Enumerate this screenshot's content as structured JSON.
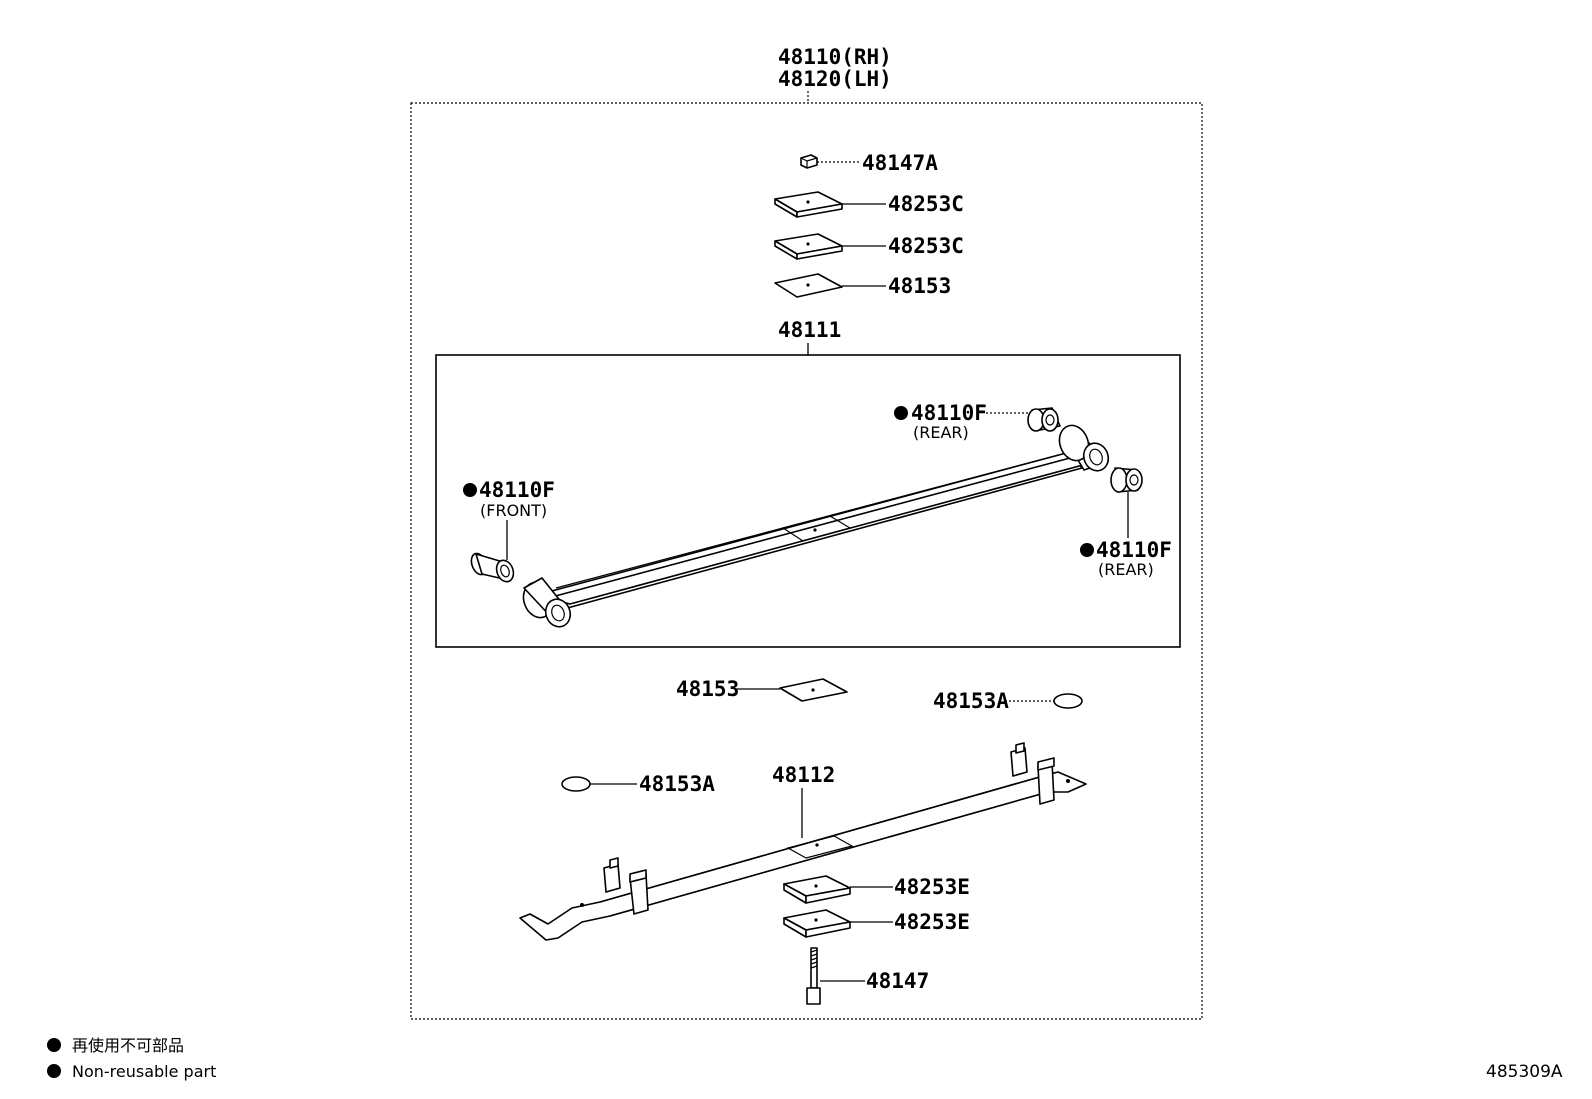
{
  "assembly": {
    "label_rh": "48110(RH)",
    "label_lh": "48120(LH)"
  },
  "leaf_main": {
    "label": "48111"
  },
  "parts": {
    "u_bolt_nut": "48147A",
    "plate_upper_1": "48253C",
    "plate_upper_2": "48253C",
    "insulator_upper": "48153",
    "bushing_front": "48110F",
    "bushing_front_note": "(FRONT)",
    "bushing_rear_top": "48110F",
    "bushing_rear_top_note": "(REAR)",
    "bushing_rear_right": "48110F",
    "bushing_rear_right_note": "(REAR)",
    "insulator_lower": "48153",
    "silencer_right": "48153A",
    "silencer_left": "48153A",
    "leaf_second": "48112",
    "plate_lower_1": "48253E",
    "plate_lower_2": "48253E",
    "center_bolt": "48147"
  },
  "legend": {
    "line_jp": "再使用不可部品",
    "line_en": "Non-reusable part"
  },
  "diagram_code": "485309A"
}
